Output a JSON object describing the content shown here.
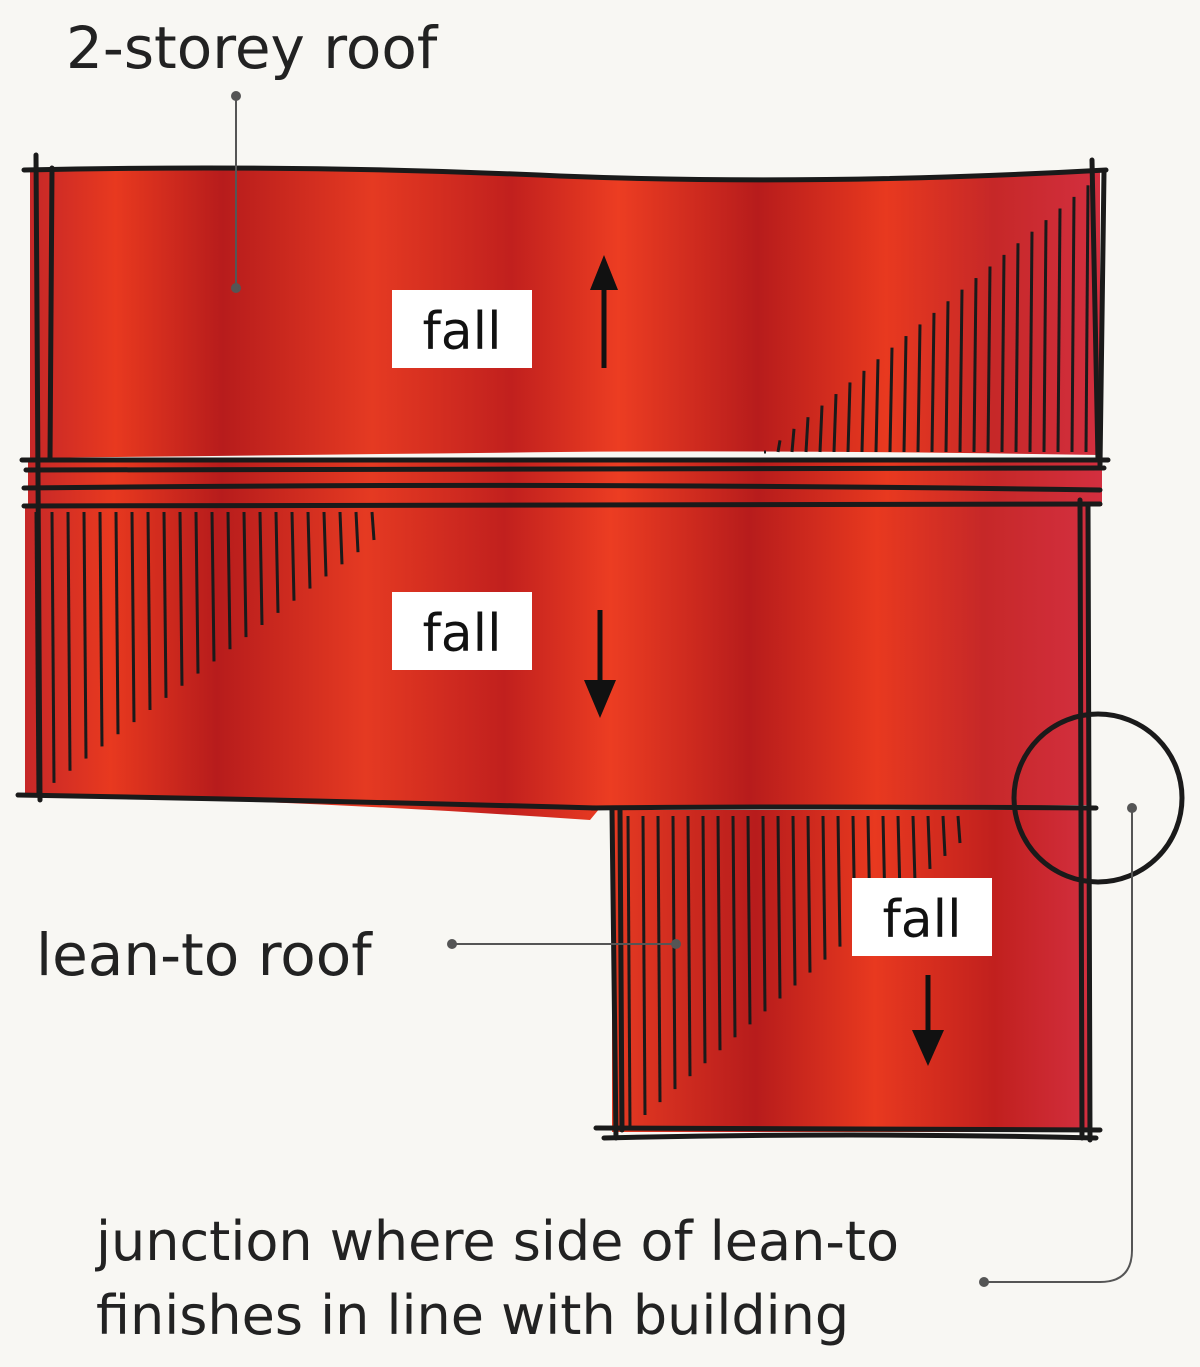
{
  "labels": {
    "two_storey_roof": "2-storey roof",
    "lean_to_roof": "lean-to roof",
    "junction_line1": "junction where side of lean-to",
    "junction_line2": "finishes in line with building",
    "fall_upper": "fall",
    "fall_lower": "fall",
    "fall_lean_to": "fall"
  },
  "arrows": {
    "fall_upper_direction": "up",
    "fall_lower_direction": "down",
    "fall_lean_to_direction": "down"
  },
  "colors": {
    "roof_light": "#e8391f",
    "roof_dark": "#b71c1c",
    "roof_crimson": "#d32f3f",
    "outline": "#1a1a1a",
    "background": "#f8f7f3",
    "label_box": "#ffffff"
  }
}
